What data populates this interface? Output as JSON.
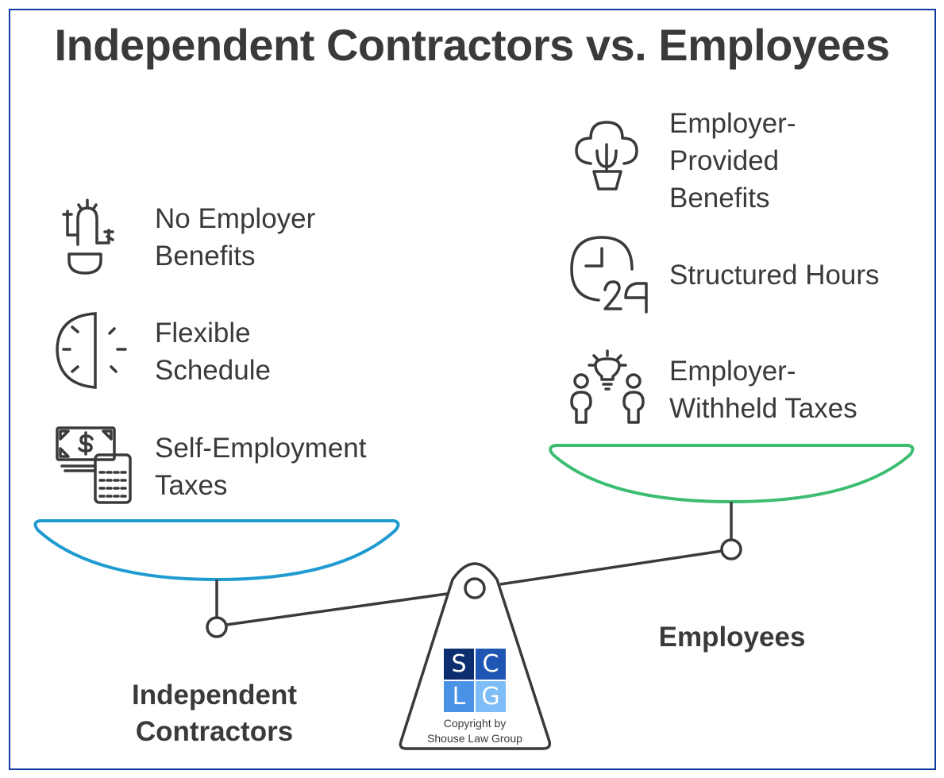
{
  "title": "Independent Contractors vs. Employees",
  "colors": {
    "border": "#0f3aa0",
    "left_pan": "#1f9bd1",
    "right_pan": "#3dbd72",
    "text": "#3a3a3a",
    "logo_s": "#0c2e6e",
    "logo_c": "#1f55b3",
    "logo_l": "#4a92e6",
    "logo_g": "#7ebdf7"
  },
  "left": {
    "heading_line1": "Independent",
    "heading_line2": "Contractors",
    "items": [
      {
        "icon": "cactus-icon",
        "line1": "No Employer",
        "line2": "Benefits"
      },
      {
        "icon": "half-clock-icon",
        "line1": "Flexible",
        "line2": "Schedule"
      },
      {
        "icon": "money-calculator-icon",
        "line1": "Self-Employment",
        "line2": "Taxes"
      }
    ]
  },
  "right": {
    "heading": "Employees",
    "items": [
      {
        "icon": "potted-tree-icon",
        "line1": "Employer-",
        "line2": "Provided",
        "line3": "Benefits"
      },
      {
        "icon": "clock-24-icon",
        "line1": "Structured Hours"
      },
      {
        "icon": "people-lightbulb-icon",
        "line1": "Employer-",
        "line2": "Withheld Taxes"
      }
    ]
  },
  "logo": {
    "s": "S",
    "c": "C",
    "l": "L",
    "g": "G",
    "copyright_line1": "Copyright by",
    "copyright_line2": "Shouse Law Group"
  }
}
